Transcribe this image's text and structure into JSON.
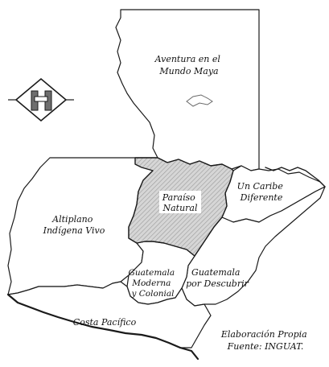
{
  "map": {
    "regions": {
      "mundo_maya": [
        "Aventura en el",
        "Mundo Maya"
      ],
      "caribe": [
        "Un Caribe",
        "Diferente"
      ],
      "paraiso": [
        "Paraíso",
        "Natural"
      ],
      "altiplano": [
        "Altiplano",
        "Indígena Vivo"
      ],
      "guatemala_moderna": [
        "Guatemala",
        "Moderna",
        "y Colonial"
      ],
      "guatemala_descubrir": [
        "Guatemala",
        "por Descubrir"
      ],
      "costa": [
        "Costa Pacífico"
      ]
    },
    "credits": {
      "line1": "Elaboración Propia",
      "line2": "Fuente: INGUAT."
    },
    "colors": {
      "highlight_fill": "#d0d0d0",
      "hatch": "#9a9a9a",
      "ink": "#1a1a1a"
    },
    "icons": [
      "compass-logo-icon",
      "lake-icon"
    ]
  }
}
